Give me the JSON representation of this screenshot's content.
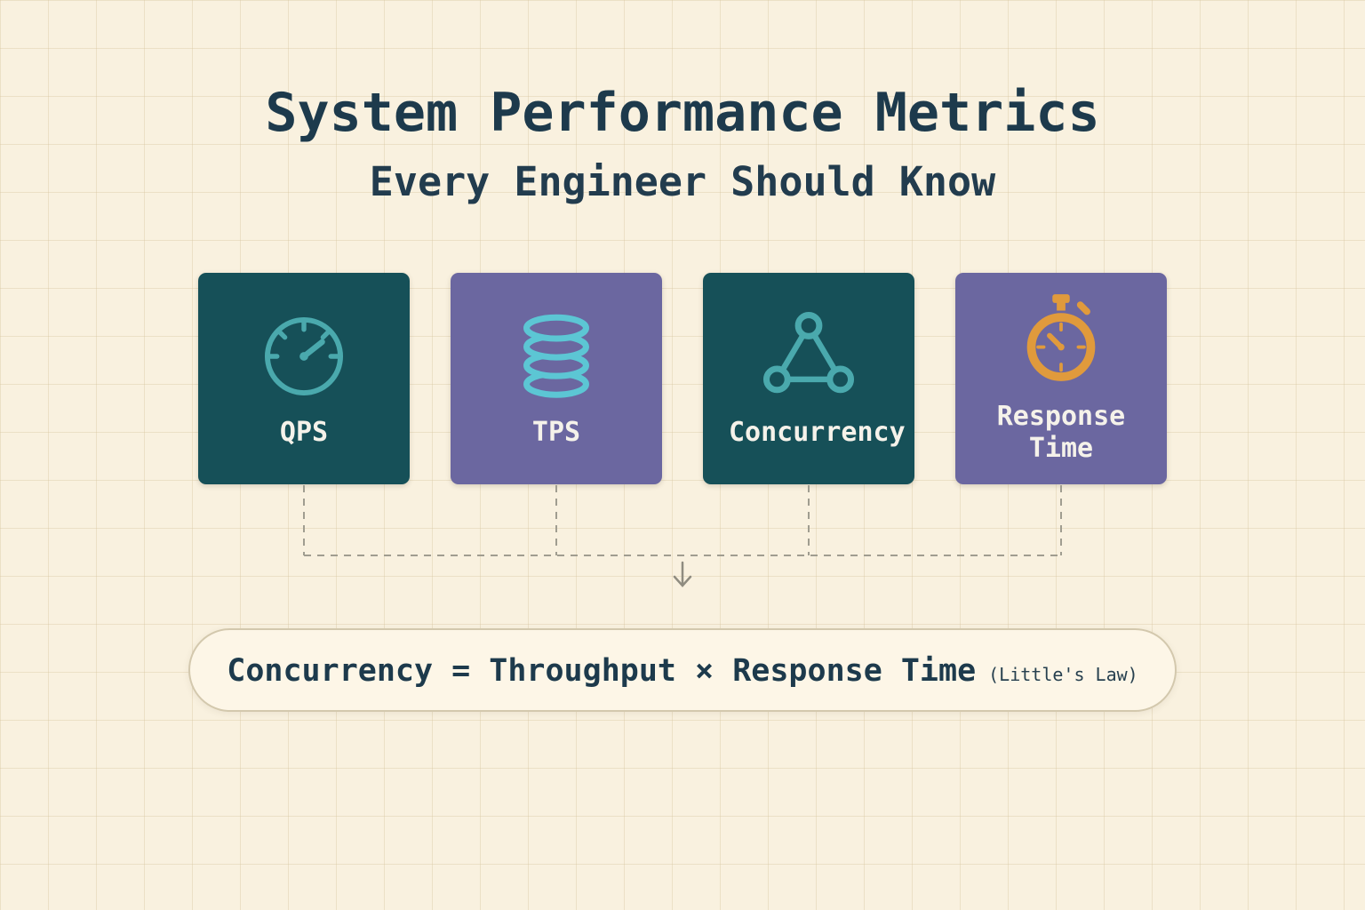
{
  "title": "System Performance Metrics",
  "subtitle": "Every Engineer Should Know",
  "cards": [
    {
      "label": "QPS",
      "icon": "gauge-icon",
      "bg": "#165058",
      "icon_color": "#4aa9ad"
    },
    {
      "label": "TPS",
      "icon": "database-icon",
      "bg": "#6b67a0",
      "icon_color": "#5cc6d4"
    },
    {
      "label": "Concurrency",
      "icon": "network-triangle-icon",
      "bg": "#165058",
      "icon_color": "#4aa9ad"
    },
    {
      "label": "Response Time",
      "icon": "stopwatch-icon",
      "bg": "#6b67a0",
      "icon_color": "#e09a3c"
    }
  ],
  "formula": {
    "text": "Concurrency = Throughput × Response Time",
    "note": "(Little's Law)"
  },
  "colors": {
    "background": "#f9f1df",
    "grid_line": "#e8dcc2",
    "heading_text": "#1d3a4c",
    "card_label_text": "#f5f2ea",
    "teal_card_bg": "#165058",
    "purple_card_bg": "#6b67a0",
    "teal_icon": "#4aa9ad",
    "cyan_icon": "#5cc6d4",
    "orange_icon": "#e09a3c",
    "connector_line": "#a09d90",
    "formula_border": "#d3c8ad",
    "formula_bg": "#fdf6e7"
  }
}
